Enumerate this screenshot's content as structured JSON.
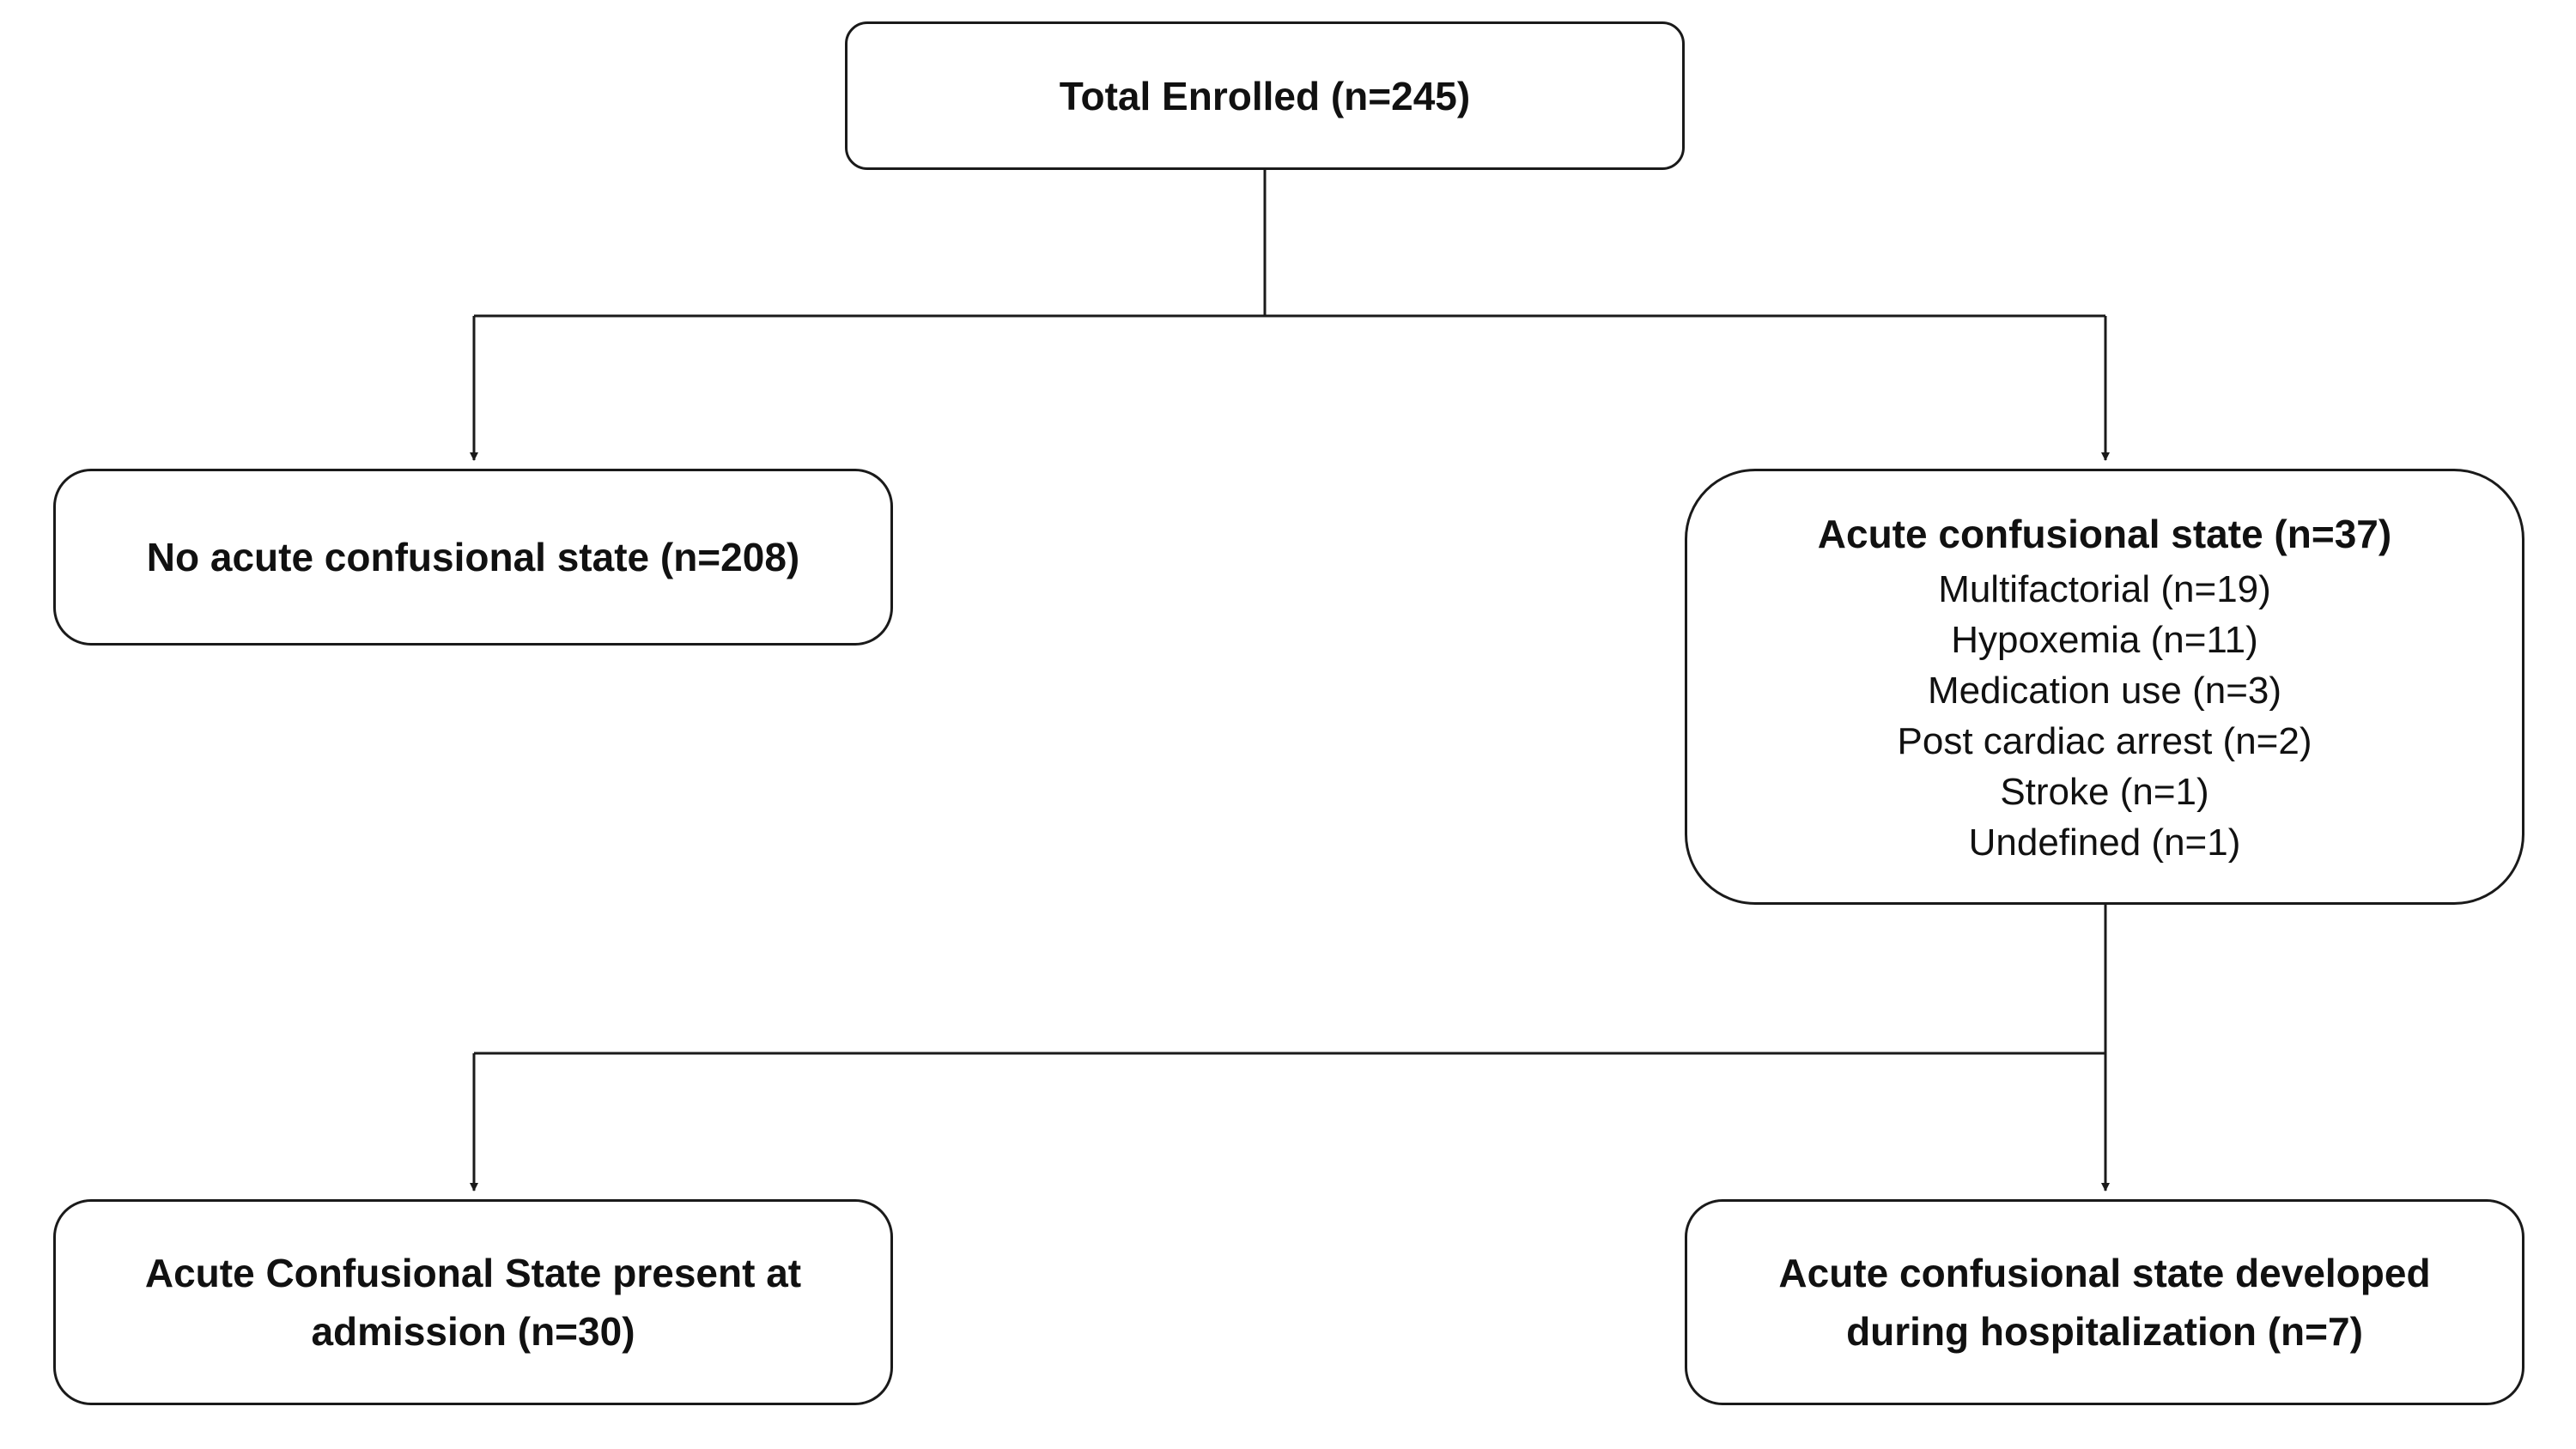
{
  "flowchart": {
    "total": {
      "label": "Total Enrolled (n=245)"
    },
    "no_acs": {
      "label": "No acute confusional state (n=208)"
    },
    "acs": {
      "label": "Acute confusional state (n=37)",
      "causes": [
        "Multifactorial (n=19)",
        "Hypoxemia (n=11)",
        "Medication use (n=3)",
        "Post cardiac arrest (n=2)",
        "Stroke (n=1)",
        "Undefined (n=1)"
      ]
    },
    "admission": {
      "line1": "Acute Confusional State present at",
      "line2": "admission (n=30)"
    },
    "developed": {
      "line1": "Acute confusional state developed",
      "line2": "during hospitalization (n=7)"
    }
  }
}
